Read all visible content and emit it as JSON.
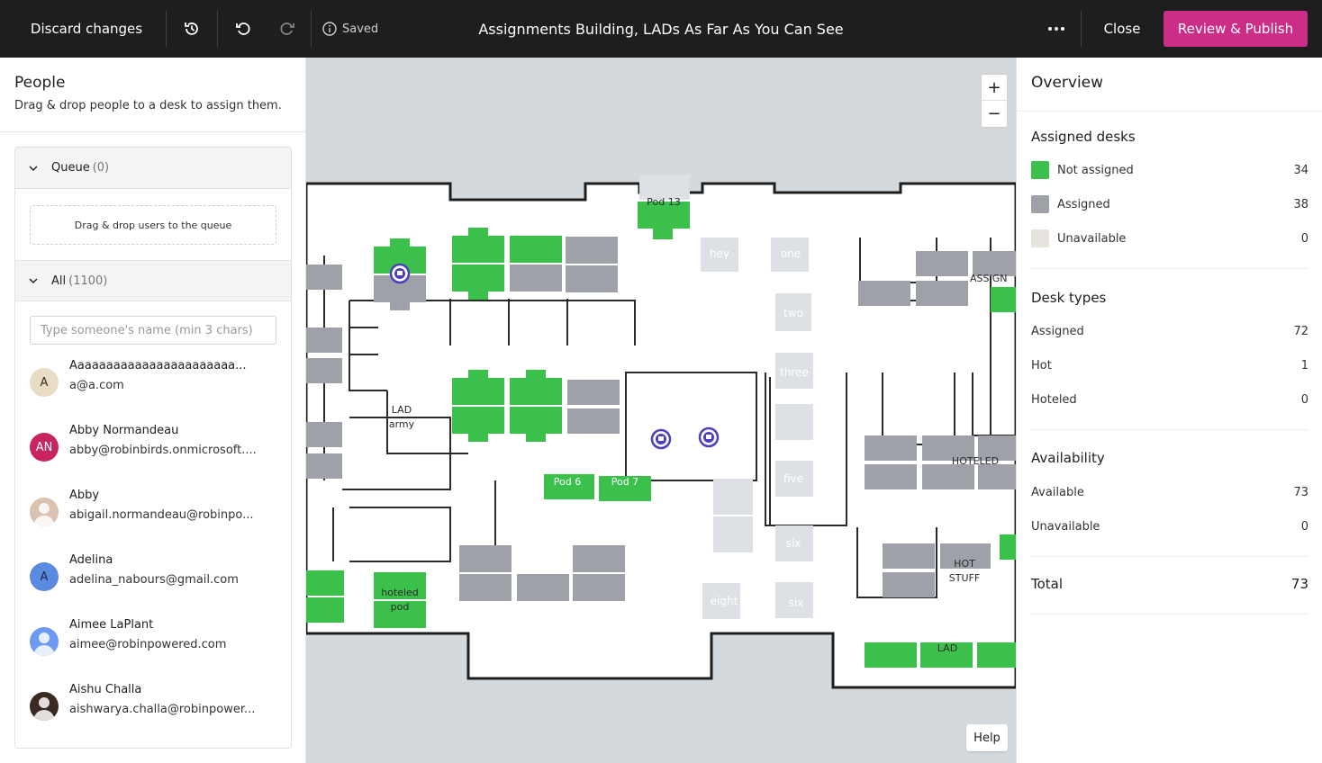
{
  "topbar": {
    "discard_label": "Discard changes",
    "saved_label": "Saved",
    "title": "Assignments Building, LADs As Far As You Can See",
    "close_label": "Close",
    "publish_label": "Review & Publish"
  },
  "people": {
    "title": "People",
    "subtitle": "Drag & drop people to a desk to assign them.",
    "queue_label": "Queue",
    "queue_count": "(0)",
    "queue_hint": "Drag & drop users to the queue",
    "all_label": "All",
    "all_count": "(1100)",
    "search_placeholder": "Type someone's name (min 3 chars)",
    "list": [
      {
        "initials": "A",
        "name": "Aaaaaaaaaaaaaaaaaaaaaaa...",
        "email": "a@a.com",
        "color": "#e8dcc4",
        "text": "#3a2e1a"
      },
      {
        "initials": "AN",
        "name": "Abby Normandeau",
        "email": "abby@robinbirds.onmicrosoft....",
        "color": "#c8245f",
        "text": "#ffffff"
      },
      {
        "initials": "",
        "name": "Abby",
        "email": "abigail.normandeau@robinpo...",
        "color": "#d9c2b0",
        "text": "#ffffff"
      },
      {
        "initials": "A",
        "name": "Adelina",
        "email": "adelina_nabours@gmail.com",
        "color": "#5b8be0",
        "text": "#1a2a4a"
      },
      {
        "initials": "",
        "name": "Aimee LaPlant",
        "email": "aimee@robinpowered.com",
        "color": "#6c9af0",
        "text": "#ffffff"
      },
      {
        "initials": "",
        "name": "Aishu Challa",
        "email": "aishwarya.challa@robinpower...",
        "color": "#3a2a22",
        "text": "#ffffff"
      }
    ]
  },
  "map": {
    "labels": {
      "pod13": "Pod 13",
      "hey": "hey",
      "one": "one",
      "two": "two",
      "three": "three",
      "five": "five",
      "six1": "six",
      "six2": "six",
      "eight": "eight",
      "lad_army_1": "LAD",
      "lad_army_2": "army",
      "pod6": "Pod 6",
      "pod7": "Pod 7",
      "hoteled_pod_1": "hoteled",
      "hoteled_pod_2": "pod",
      "assign": "ASSIGN",
      "hoteled": "HOTELED",
      "hot": "HOT",
      "stuff": "STUFF",
      "lad": "LAD"
    },
    "zoom_in": "+",
    "zoom_out": "−",
    "help_label": "Help"
  },
  "overview": {
    "title": "Overview",
    "assigned_desks_title": "Assigned desks",
    "assigned_desks": [
      {
        "label": "Not assigned",
        "value": "34",
        "color": "#3cc04c"
      },
      {
        "label": "Assigned",
        "value": "38",
        "color": "#9ea2a8"
      },
      {
        "label": "Unavailable",
        "value": "0",
        "color": "#e6e3dc"
      }
    ],
    "desk_types_title": "Desk types",
    "desk_types": [
      {
        "label": "Assigned",
        "value": "72"
      },
      {
        "label": "Hot",
        "value": "1"
      },
      {
        "label": "Hoteled",
        "value": "0"
      }
    ],
    "availability_title": "Availability",
    "availability": [
      {
        "label": "Available",
        "value": "73"
      },
      {
        "label": "Unavailable",
        "value": "0"
      }
    ],
    "total_label": "Total",
    "total_value": "73"
  },
  "colors": {
    "desk_green": "#3cc04c",
    "desk_gray": "#9ea2a8",
    "publish": "#cc2e87",
    "marker": "#4b3fbf"
  }
}
